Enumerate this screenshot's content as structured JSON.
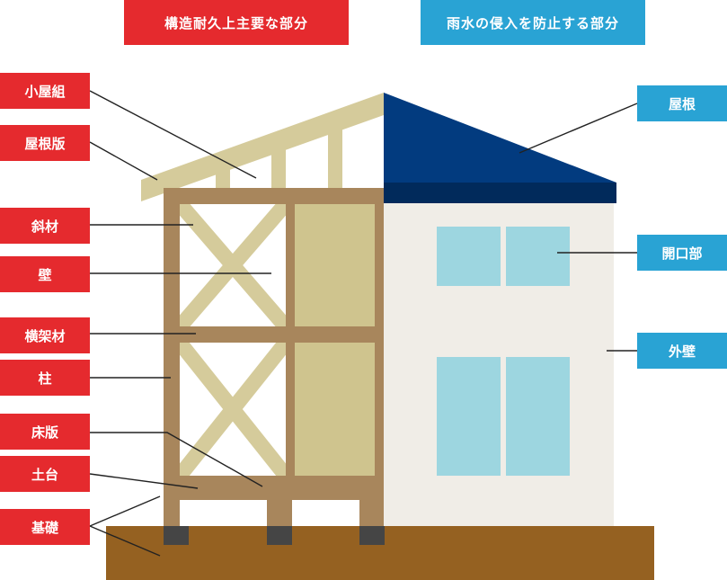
{
  "headers": {
    "structural": "構造耐久上主要な部分",
    "rainwater": "雨水の侵入を防止する部分"
  },
  "left_labels": {
    "koyagumi": "小屋組",
    "yanebanita": "屋根版",
    "shazai": "斜材",
    "kabe": "壁",
    "yokokazai": "横架材",
    "hashira": "柱",
    "yukaban": "床版",
    "dodai": "土台",
    "kiso": "基礎"
  },
  "right_labels": {
    "yane": "屋根",
    "kaikoubu": "開口部",
    "gaiheki": "外壁"
  },
  "colors": {
    "red": "#e52a2e",
    "blue": "#29a3d4",
    "frame": "#a8865c",
    "rafter": "#d5cb9b",
    "panel": "#cfc48e",
    "roof_blue": "#023b7f",
    "roof_dark": "#012a5b",
    "wall": "#f0ede7",
    "window": "#9dd6e0",
    "ground": "#956121",
    "foundation": "#454545"
  }
}
